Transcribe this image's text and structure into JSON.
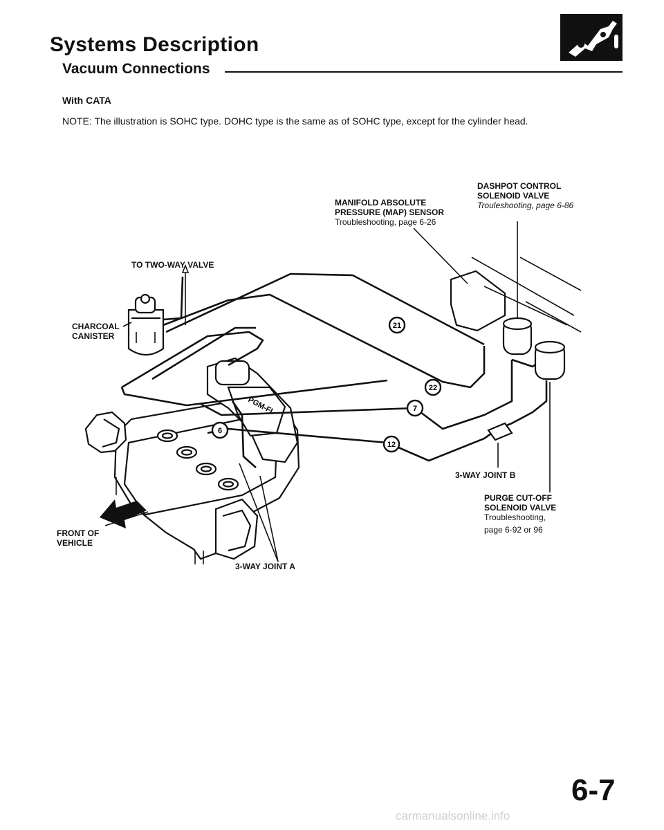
{
  "header": {
    "title": "Systems Description",
    "subtitle": "Vacuum Connections"
  },
  "intro": {
    "condition": "With CATA",
    "note": "NOTE: The illustration is SOHC type. DOHC type is the same as of SOHC type, except for the cylinder head."
  },
  "labels": {
    "map_sensor": {
      "name_line1": "MANIFOLD ABSOLUTE",
      "name_line2": "PRESSURE (MAP) SENSOR",
      "ref": "Troubleshooting, page 6-26"
    },
    "dashpot": {
      "name_line1": "DASHPOT CONTROL",
      "name_line2": "SOLENOID VALVE",
      "ref": "Trouleshooting, page 6-86"
    },
    "two_way_valve": "TO TWO-WAY VALVE",
    "charcoal_canister": {
      "line1": "CHARCOAL",
      "line2": "CANISTER"
    },
    "joint_b": "3-WAY JOINT B",
    "joint_a": "3-WAY JOINT A",
    "purge": {
      "name_line1": "PURGE CUT-OFF",
      "name_line2": "SOLENOID VALVE",
      "ref_line1": "Troubleshooting,",
      "ref_line2": "page 6-92 or 96"
    },
    "front": {
      "line1": "FRONT OF",
      "line2": "VEHICLE"
    }
  },
  "hose_numbers": [
    "21",
    "22",
    "7",
    "12",
    "6"
  ],
  "footer": {
    "page_number": "6-7",
    "watermark": "carmanualsonline.info"
  },
  "icons": {
    "section_logo": "fuel-injector-icon",
    "front_arrow": "front-arrow-icon"
  }
}
